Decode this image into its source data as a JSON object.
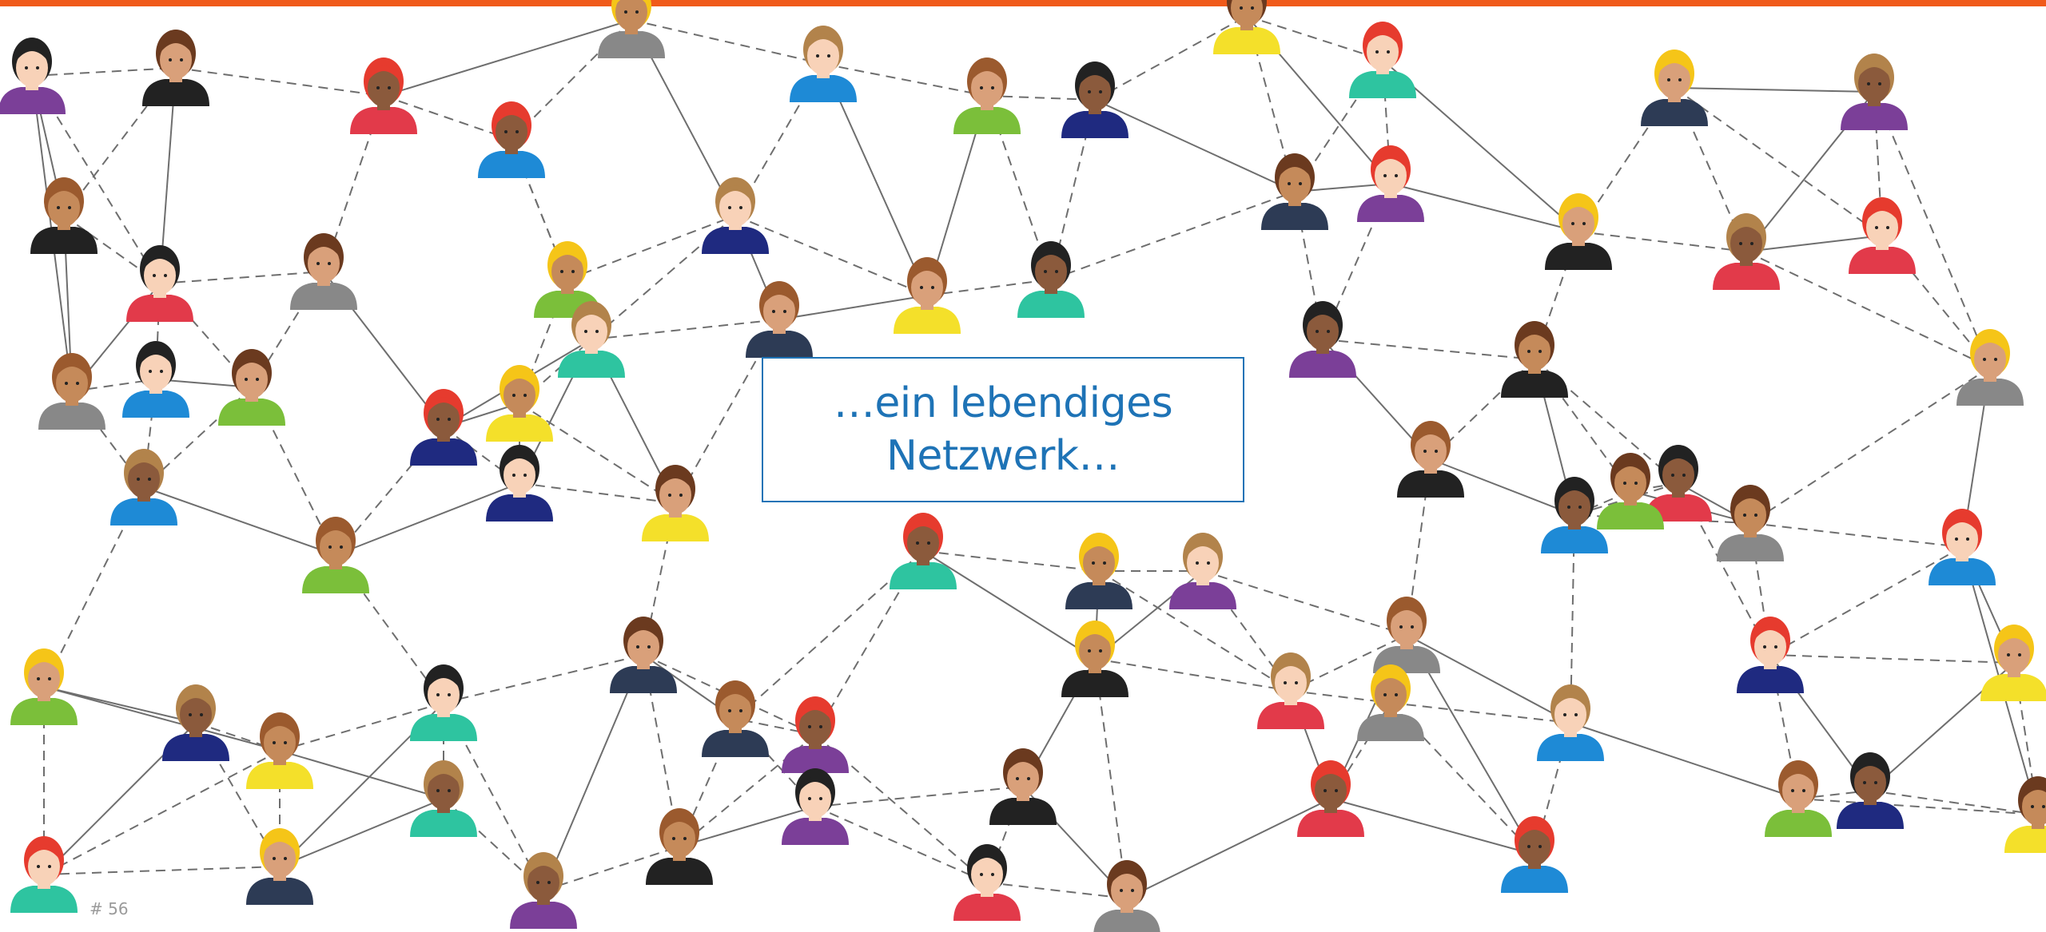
{
  "slide": {
    "caption_line_1": "…ein lebendiges",
    "caption_line_2": "Netzwerk…",
    "slide_number": "# 56"
  },
  "colors": {
    "accent_bar": "#f05a1a",
    "caption_text": "#1e73b6",
    "caption_border": "#1e73b6",
    "edge": "#6e6e6e",
    "skin_tones": [
      "#f8d2b8",
      "#d9a07a",
      "#8b5a3c",
      "#c58a5a"
    ],
    "hair_colors": [
      "#222222",
      "#6b3a1f",
      "#e63b2e",
      "#f5c518",
      "#b2834b",
      "#9b5a2e"
    ],
    "shirt_colors": [
      "#7b3f98",
      "#f4e02a",
      "#1e8ad6",
      "#222222",
      "#2ec4a0",
      "#7bbf3a",
      "#e23a4a",
      "#2d3b55",
      "#1f2a80",
      "#888888"
    ]
  },
  "network": {
    "description_icon": "people-network-illustration",
    "node_icon": "person-avatar-icon"
  }
}
